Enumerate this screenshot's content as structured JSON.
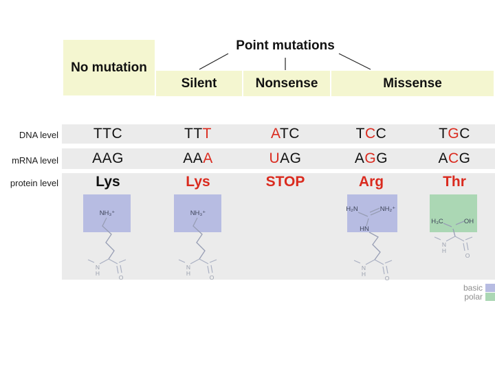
{
  "header": {
    "no_mutation": "No mutation",
    "point_mutations": "Point mutations",
    "branch_silent": "Silent",
    "branch_nonsense": "Nonsense",
    "branch_missense": "Missense"
  },
  "table": {
    "row_labels": {
      "dna": "DNA level",
      "mrna": "mRNA level",
      "protein": "protein level"
    },
    "dna": [
      [
        {
          "t": "TTC",
          "red": false
        }
      ],
      [
        {
          "t": "TT",
          "red": false
        },
        {
          "t": "T",
          "red": true
        }
      ],
      [
        {
          "t": "A",
          "red": true
        },
        {
          "t": "TC",
          "red": false
        }
      ],
      [
        {
          "t": "T",
          "red": false
        },
        {
          "t": "C",
          "red": true
        },
        {
          "t": "C",
          "red": false
        }
      ],
      [
        {
          "t": "T",
          "red": false
        },
        {
          "t": "G",
          "red": true
        },
        {
          "t": "C",
          "red": false
        }
      ]
    ],
    "mrna": [
      [
        {
          "t": "AAG",
          "red": false
        }
      ],
      [
        {
          "t": "AA",
          "red": false
        },
        {
          "t": "A",
          "red": true
        }
      ],
      [
        {
          "t": "U",
          "red": true
        },
        {
          "t": "AG",
          "red": false
        }
      ],
      [
        {
          "t": "A",
          "red": false
        },
        {
          "t": "G",
          "red": true
        },
        {
          "t": "G",
          "red": false
        }
      ],
      [
        {
          "t": "A",
          "red": false
        },
        {
          "t": "C",
          "red": true
        },
        {
          "t": "G",
          "red": false
        }
      ]
    ],
    "protein": [
      [
        {
          "t": "Lys",
          "red": false
        }
      ],
      [
        {
          "t": "Lys",
          "red": true
        }
      ],
      [
        {
          "t": "STOP",
          "red": true
        }
      ],
      [
        {
          "t": "Arg",
          "red": true
        }
      ],
      [
        {
          "t": "Thr",
          "red": true
        }
      ]
    ]
  },
  "chem": {
    "lys": {
      "nh3": "NH₃⁺",
      "n": "N",
      "h": "H",
      "o": "O"
    },
    "arg": {
      "h2n": "H₂N",
      "nh2": "NH₂⁺",
      "hn": "HN",
      "n": "N",
      "h": "H",
      "o": "O"
    },
    "thr": {
      "h3c": "H₃C",
      "oh": "OH",
      "n": "N",
      "h": "H",
      "o": "O"
    }
  },
  "legend": [
    {
      "label": "basic",
      "color": "#b7bce2"
    },
    {
      "label": "polar",
      "color": "#abd7b4"
    }
  ],
  "colors": {
    "box_yellow": "#f4f6d0",
    "band_gray": "#ebebeb",
    "red": "#da2a1e",
    "line": "#222222"
  }
}
